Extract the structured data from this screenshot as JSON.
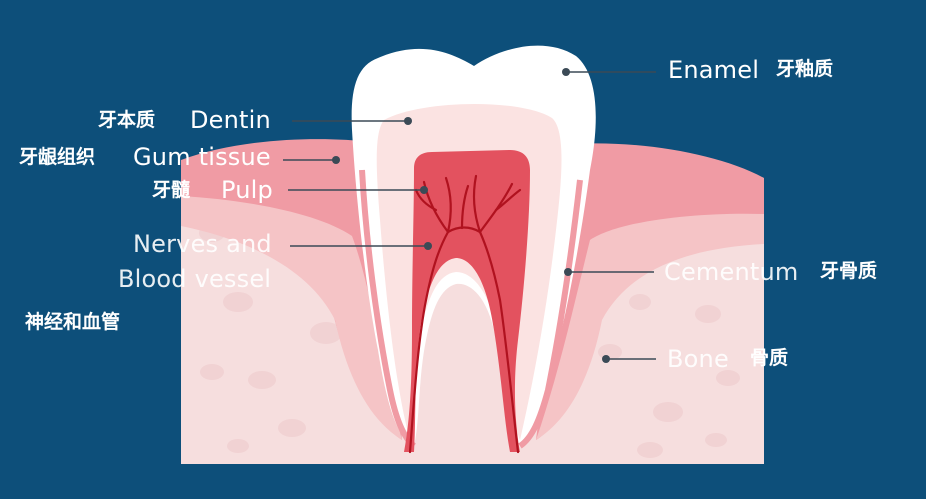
{
  "colors": {
    "background": "#0d4f7a",
    "bone": "#f6dede",
    "gum_outer": "#f09ba4",
    "gum_inner": "#f5c4c6",
    "enamel": "#ffffff",
    "dentin": "#fbe3e2",
    "pulp": "#e3525f",
    "nerves": "#b0121f",
    "leader_line": "#3b4a56"
  },
  "labels": {
    "enamel_en": "Enamel",
    "enamel_zh": "牙釉质",
    "dentin_en": "Dentin",
    "dentin_zh": "牙本质",
    "gum_en": "Gum tissue",
    "gum_zh": "牙龈组织",
    "pulp_en": "Pulp",
    "pulp_zh": "牙髓",
    "nerves_en_line1": "Nerves and",
    "nerves_en_line2": "Blood vessel",
    "nerves_zh": "神经和血管",
    "cementum_en": "Cementum",
    "cementum_zh": "牙骨质",
    "bone_en": "Bone",
    "bone_zh": "骨质"
  }
}
